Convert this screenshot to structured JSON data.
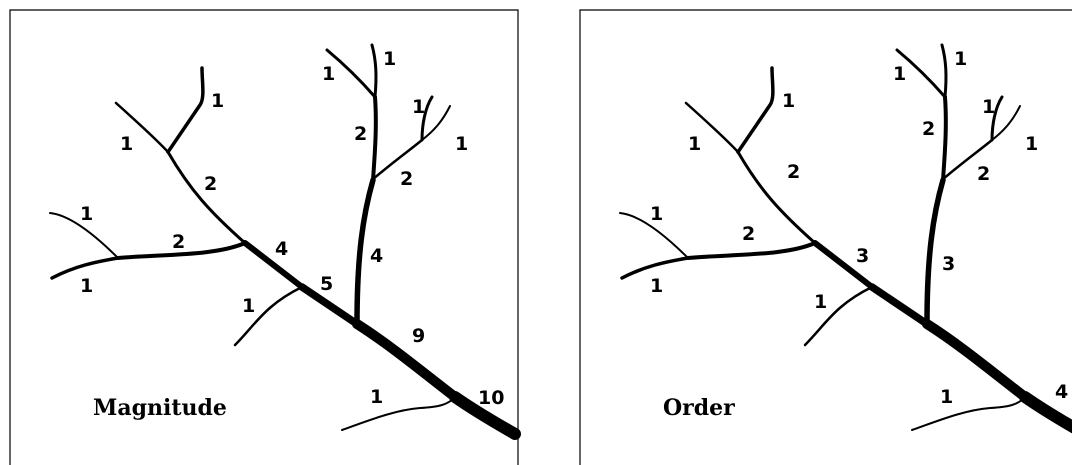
{
  "panels": [
    {
      "title": "Magnitude",
      "labels": {
        "l1": "1",
        "l2": "1",
        "l3": "2",
        "l4": "1",
        "l5": "1",
        "l6": "2",
        "l7": "4",
        "l8": "1",
        "l9": "5",
        "l10": "1",
        "l11": "1",
        "l12": "2",
        "l13": "1",
        "l14": "1",
        "l15": "2",
        "l16": "4",
        "l17": "9",
        "l18": "1",
        "l19": "10"
      }
    },
    {
      "title": "Order",
      "labels": {
        "l1": "1",
        "l2": "1",
        "l3": "2",
        "l4": "1",
        "l5": "1",
        "l6": "2",
        "l7": "3",
        "l8": "1",
        "l10": "1",
        "l11": "1",
        "l12": "2",
        "l13": "1",
        "l14": "1",
        "l15": "2",
        "l16": "3",
        "l18": "1",
        "l19": "4"
      }
    }
  ]
}
